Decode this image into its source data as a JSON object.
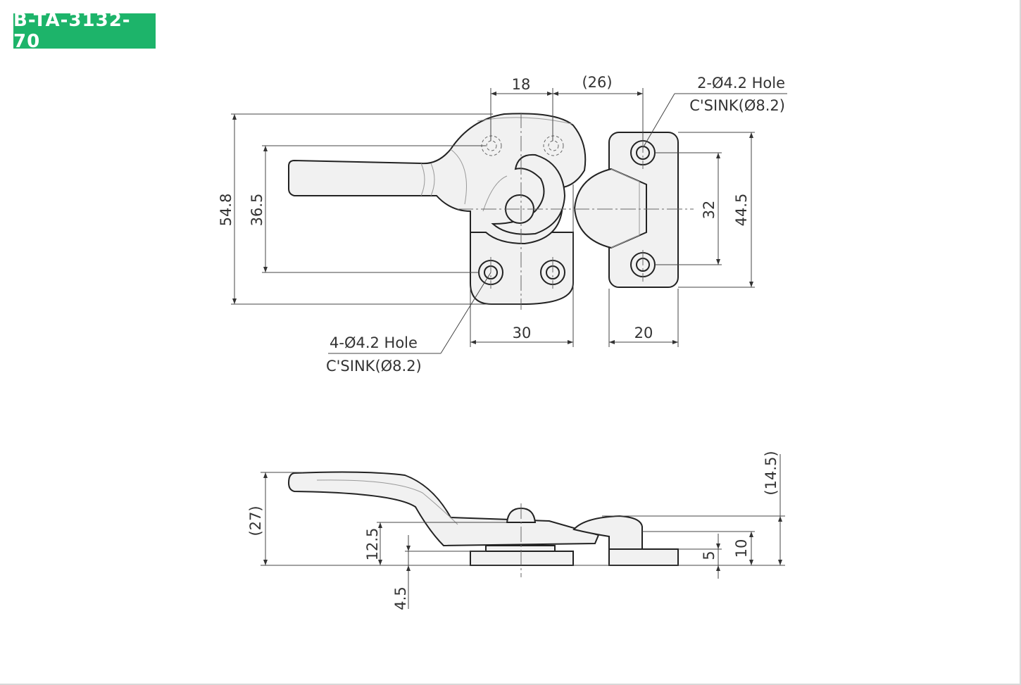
{
  "part_number": "B-TA-3132-70",
  "top_view": {
    "dims": {
      "d18": "18",
      "d26": "(26)",
      "d548": "54.8",
      "d365": "36.5",
      "d32": "32",
      "d445": "44.5",
      "d30": "30",
      "d20": "20"
    },
    "callout_right": {
      "line1": "2-Ø4.2 Hole",
      "line2": "C'SINK(Ø8.2)"
    },
    "callout_left": {
      "line1": "4-Ø4.2 Hole",
      "line2": "C'SINK(Ø8.2)"
    }
  },
  "side_view": {
    "dims": {
      "d27": "(27)",
      "d125": "12.5",
      "d45": "4.5",
      "d145": "(14.5)",
      "d5": "5",
      "d10": "10"
    }
  },
  "colors": {
    "badge": "#1db46a",
    "line": "#222222",
    "part_fill": "#f1f1f1"
  }
}
